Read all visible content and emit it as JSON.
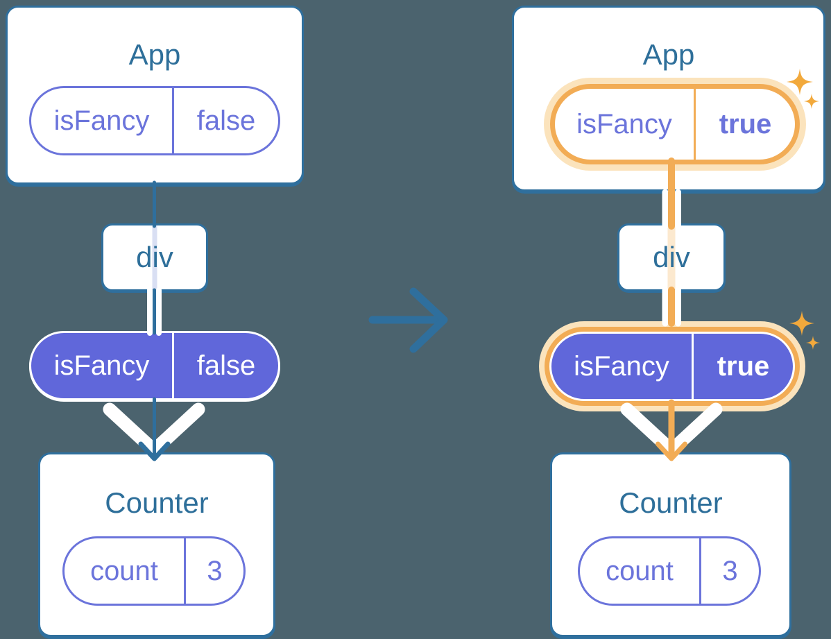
{
  "left_tree": {
    "app": {
      "title": "App",
      "state_key": "isFancy",
      "state_value": "false"
    },
    "div_label": "div",
    "counter": {
      "title": "Counter",
      "state_key": "count",
      "state_value": "3"
    }
  },
  "right_tree": {
    "app": {
      "title": "App",
      "state_key": "isFancy",
      "state_value": "true"
    },
    "div_label": "div",
    "counter": {
      "title": "Counter",
      "state_key": "count",
      "state_value": "3"
    }
  },
  "icons": {
    "transition_arrow": "arrow-right",
    "highlight_sparkles": "sparkles"
  },
  "colors": {
    "bg": "#4B636E",
    "card-bg": "#FFFFFF",
    "line-blue": "#2F6F9D",
    "title-blue": "#2E6F9A",
    "purple": "#6B74DB",
    "purple-fill": "#6067DA",
    "white": "#FFFFFF",
    "orange": "#F2AC55",
    "orange-pale": "#FBE3BC",
    "sparkle": "#F2A93C",
    "lavender-pale": "#D9DFF3",
    "peach-pale": "#FCE9CF"
  }
}
